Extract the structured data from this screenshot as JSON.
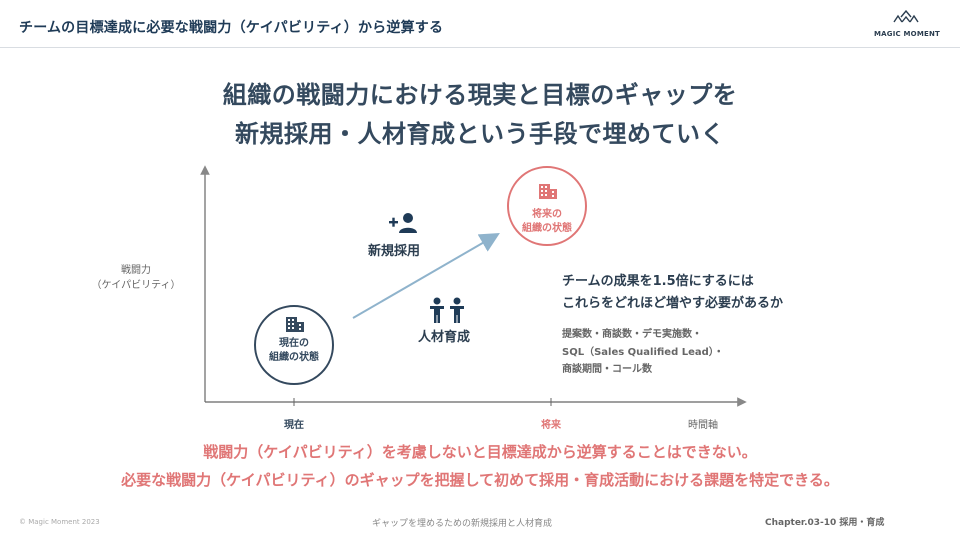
{
  "header": {
    "title": "チームの目標達成に必要な戦闘力（ケイパビリティ）から逆算する",
    "logo_text": "MAGIC MOMENT"
  },
  "headline": {
    "line1": "組織の戦闘力における現実と目標のギャップを",
    "line2": "新規採用・人材育成という手段で埋めていく"
  },
  "diagram": {
    "y_axis_label_1": "戦闘力",
    "y_axis_label_2": "（ケイパビリティ）",
    "current_state": {
      "line1": "現在の",
      "line2": "組織の状態"
    },
    "future_state": {
      "line1": "将来の",
      "line2": "組織の状態"
    },
    "recruit_label": "新規採用",
    "develop_label": "人材育成",
    "question_line1": "チームの成果を1.5倍にするには",
    "question_line2": "これらをどれほど増やす必要があるか",
    "metrics_line1": "提案数・商談数・デモ実施数・",
    "metrics_line2": "SQL（Sales Qualified Lead）・",
    "metrics_line3": "商談期間・コール数",
    "x_tick_now": "現在",
    "x_tick_future": "将来",
    "x_axis_label": "時間軸",
    "colors": {
      "primary": "#34495e",
      "accent": "#e07676",
      "arrow": "#8fb3cc"
    },
    "icons": [
      "building-icon",
      "add-person-icon",
      "two-people-icon"
    ]
  },
  "message": {
    "line1": "戦闘力（ケイパビリティ）を考慮しないと目標達成から逆算することはできない。",
    "line2": "必要な戦闘力（ケイパビリティ）のギャップを把握して初めて採用・育成活動における課題を特定できる。"
  },
  "footer": {
    "copyright": "© Magic Moment 2023",
    "center": "ギャップを埋めるための新規採用と人材育成",
    "chapter": "Chapter.03-10 採用・育成"
  }
}
